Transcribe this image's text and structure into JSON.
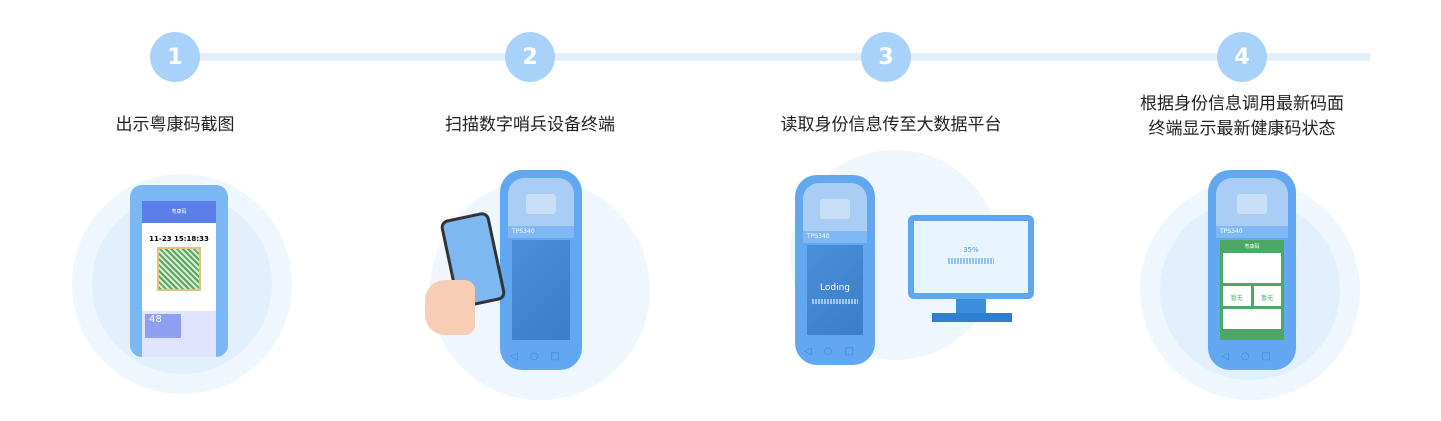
{
  "steps": [
    {
      "number": "1",
      "label": "出示粤康码截图"
    },
    {
      "number": "2",
      "label": "扫描数字哨兵设备终端"
    },
    {
      "number": "3",
      "label": "读取身份信息传至大数据平台"
    },
    {
      "number": "4",
      "label": "根据身份信息调用最新码面",
      "label2": "终端显示最新健康码状态"
    }
  ],
  "phone1": {
    "app_title": "粤康码",
    "time": "11-23 15:18:33",
    "hours": "48"
  },
  "device": {
    "model": "TPS340",
    "loading": "Loding",
    "nav": "◁○□"
  },
  "monitor": {
    "progress": "35%",
    "progress_value": 35
  },
  "result": {
    "title": "粤康码",
    "status_a": "暂无",
    "status_b": "暂无"
  },
  "colors": {
    "accent": "#a9d2fb",
    "device": "#62a8f0",
    "green": "#4ca864"
  }
}
